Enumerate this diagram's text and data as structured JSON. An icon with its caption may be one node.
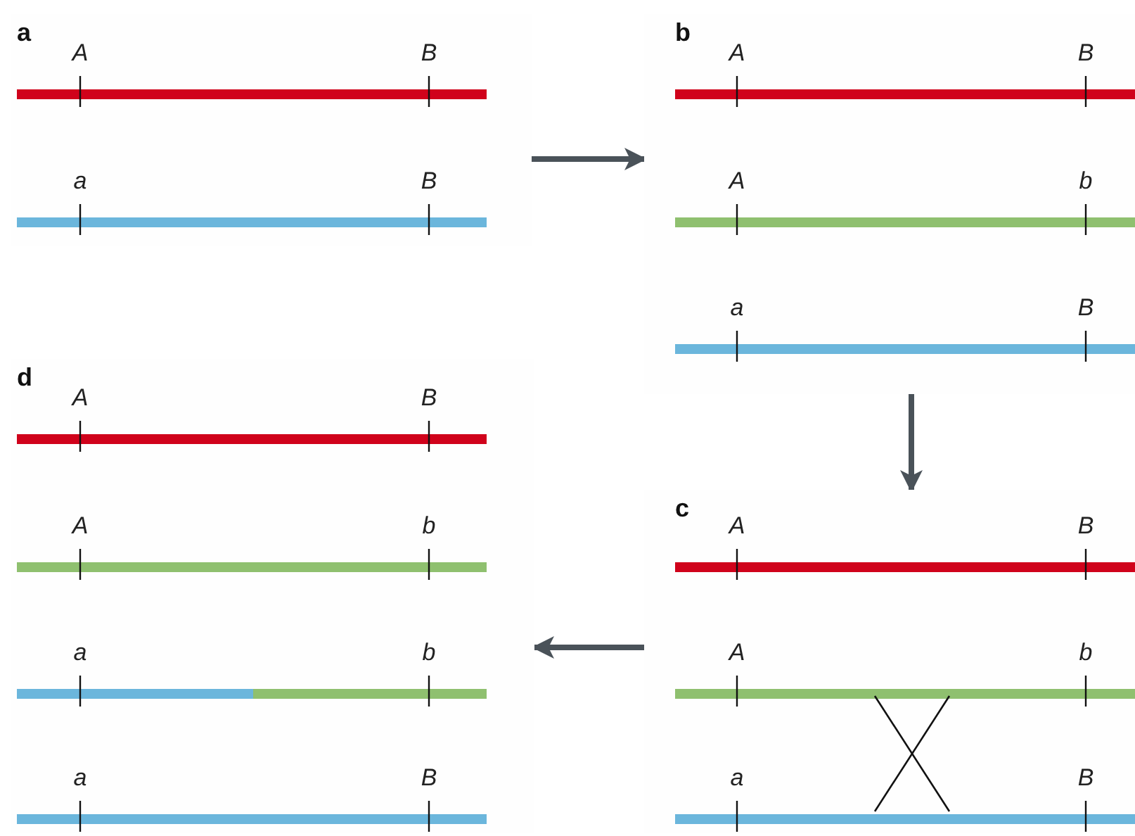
{
  "diagram": {
    "nodes": [
      {
        "text": [
          "a"
        ]
      },
      {
        "text": [
          "A",
          "B"
        ],
        "in": 0
      },
      {
        "text": [
          "a",
          "B"
        ],
        "in": 0
      },
      {
        "text": [
          "b"
        ]
      },
      {
        "text": [
          "A",
          "B"
        ],
        "in": 3
      },
      {
        "text": [
          "A",
          "b"
        ],
        "in": 3
      },
      {
        "text": [
          "a",
          "B"
        ],
        "in": 3
      },
      {
        "text": [
          "c"
        ]
      },
      {
        "text": [
          "A",
          "B"
        ],
        "in": 7
      },
      {
        "text": [
          "A",
          "b"
        ],
        "in": 7
      },
      {
        "text": [
          "a",
          "B"
        ],
        "in": 7
      },
      {
        "text": [
          "d"
        ]
      },
      {
        "text": [
          "A",
          "B"
        ],
        "in": 11
      },
      {
        "text": [
          "A",
          "b"
        ],
        "in": 11
      },
      {
        "text": [
          "a",
          "b"
        ],
        "in": 11
      },
      {
        "text": [
          "a",
          "B"
        ],
        "in": 11
      }
    ],
    "edges": [
      {
        "from": 0,
        "to": 3,
        "arrow": "to"
      },
      {
        "from": 3,
        "to": 7,
        "arrow": "to"
      },
      {
        "from": 7,
        "to": 11,
        "arrow": "to"
      },
      {
        "from": 9,
        "to": 10,
        "arrow": "none"
      },
      {
        "from": 9,
        "to": 10,
        "arrow": "none"
      }
    ]
  }
}
